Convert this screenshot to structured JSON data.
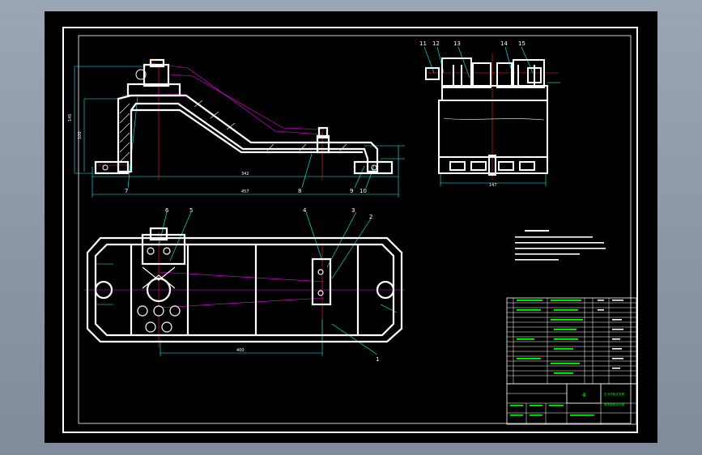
{
  "colors": {
    "background": "#000000",
    "frame": "#ffffff",
    "part": "#ffffff",
    "dimension": "#00ffff",
    "centerline": "#ff00ff",
    "hidden": "#ff2020",
    "titleblock_text": "#00ff00",
    "desktop": "#8a96a6"
  },
  "balloons": {
    "b1": "1",
    "b2": "2",
    "b3": "3",
    "b4": "4",
    "b5": "5",
    "b6": "6",
    "b7": "7",
    "b8": "8",
    "b9": "9",
    "b10": "10",
    "b11": "11",
    "b12": "12",
    "b13": "13",
    "b14": "14",
    "b15": "15"
  },
  "dimensions": {
    "front_overall_width": "457",
    "front_inner_width": "342",
    "front_height": "145",
    "front_inner_height": "100",
    "side_width": "147",
    "plan_width": "400"
  },
  "title_block": {
    "main_title": "正中压板式夹具",
    "subtitle": "零件图纸设计图",
    "scale": "4"
  }
}
